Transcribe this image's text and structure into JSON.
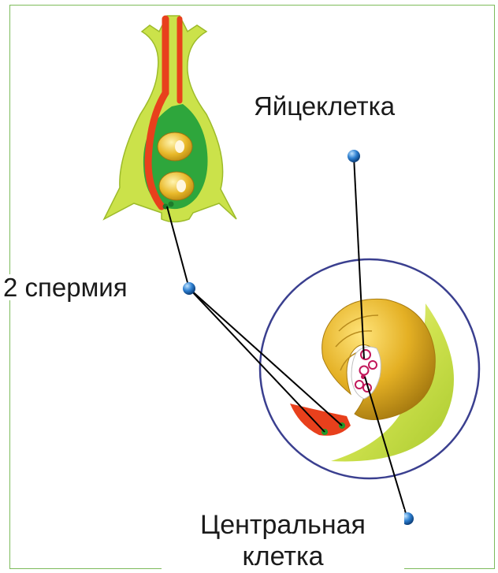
{
  "labels": {
    "egg_cell": "Яйцеклетка",
    "sperm": "2 спермия",
    "central_line1": "Центральная",
    "central_line2": "клетка"
  },
  "colors": {
    "frame": "#7dbb5b",
    "tissue": "#cbe24a",
    "cavity": "#2ea63c",
    "tube": "#e8401c",
    "nucleus": "#e9b92a",
    "ovule_wall": "#3a3f8f",
    "pointer_dot": "#2d7fd0"
  }
}
